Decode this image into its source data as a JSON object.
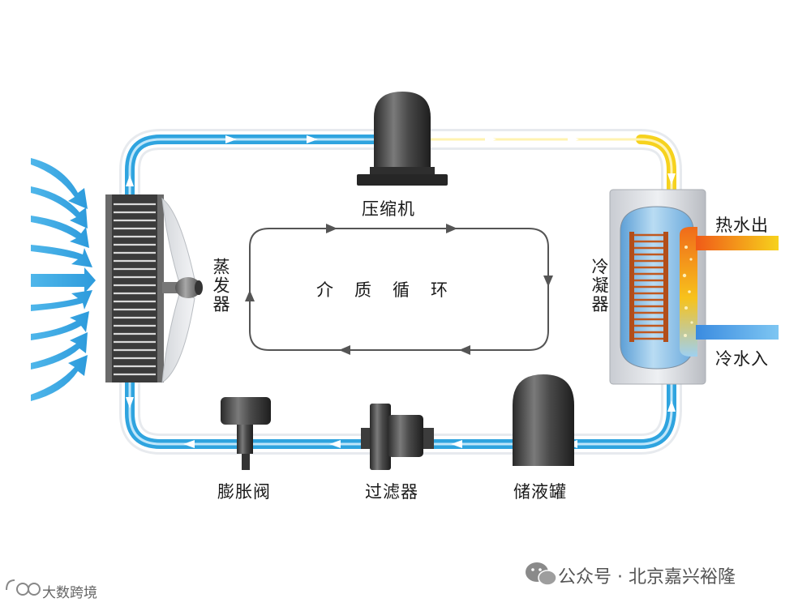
{
  "labels": {
    "compressor": "压缩机",
    "evaporator": "蒸发器",
    "condenser": "冷凝器",
    "hot_water_out": "热水出",
    "cold_water_in": "冷水入",
    "expansion_valve": "膨胀阀",
    "filter": "过滤器",
    "receiver": "储液罐",
    "cycle": "介质循环"
  },
  "watermarks": {
    "wechat": "公众号 · 北京嘉兴裕隆",
    "corner": "大数跨境"
  },
  "icons": [
    "wechat-icon",
    "corner-logo-icon",
    "fan-icon",
    "arrow-icon"
  ],
  "colors": {
    "cold_pipe": "#2fa4df",
    "hot_pipe_start": "#f08a1e",
    "hot_pipe_end": "#f5d21a",
    "hot_water": "#f26a1b",
    "cold_water": "#3a8fe0",
    "machine": "#3a3a3a"
  }
}
